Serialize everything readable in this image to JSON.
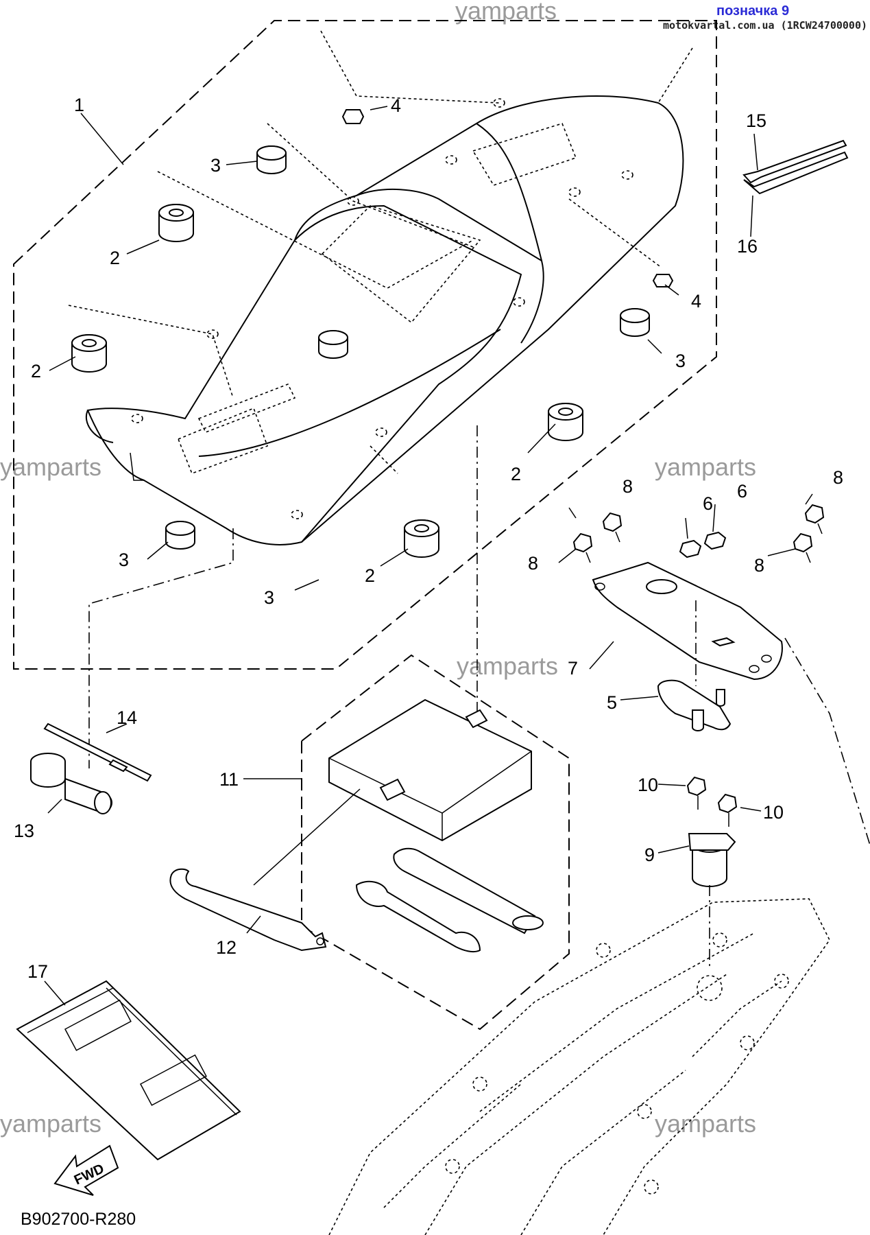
{
  "header": {
    "label": "позначка 9",
    "source": "motokvartal.com.ua (1RCW24700000)"
  },
  "watermarks": [
    "yamparts",
    "yamparts",
    "yamparts",
    "yamparts",
    "yamparts",
    "yamparts"
  ],
  "diagram_code": "B902700-R280",
  "fwd_label": "FWD",
  "callouts": {
    "c1": "1",
    "c2a": "2",
    "c2b": "2",
    "c2c": "2",
    "c2d": "2",
    "c3a": "3",
    "c3b": "3",
    "c3c": "3",
    "c3d": "3",
    "c4a": "4",
    "c4b": "4",
    "c5": "5",
    "c6a": "6",
    "c6b": "6",
    "c7": "7",
    "c8a": "8",
    "c8b": "8",
    "c8c": "8",
    "c8d": "8",
    "c9": "9",
    "c10a": "10",
    "c10b": "10",
    "c11": "11",
    "c12": "12",
    "c13": "13",
    "c14": "14",
    "c15": "15",
    "c16": "16",
    "c17": "17"
  }
}
